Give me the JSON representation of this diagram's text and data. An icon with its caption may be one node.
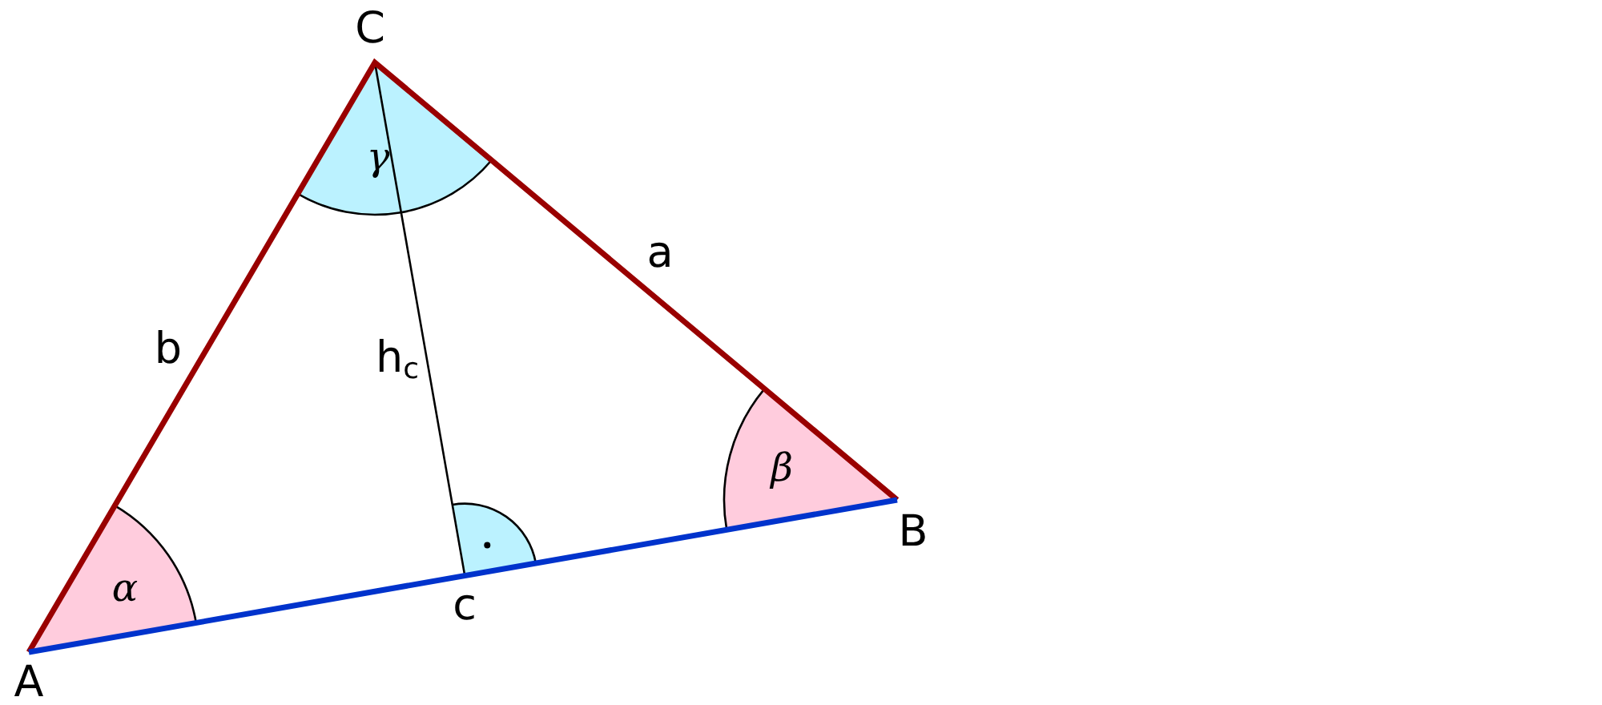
{
  "diagram": {
    "labels": [
      "C",
      "γ",
      "a",
      "b",
      "h$_{c}$",
      "β",
      "B",
      "α",
      "c",
      "A"
    ]
  }
}
